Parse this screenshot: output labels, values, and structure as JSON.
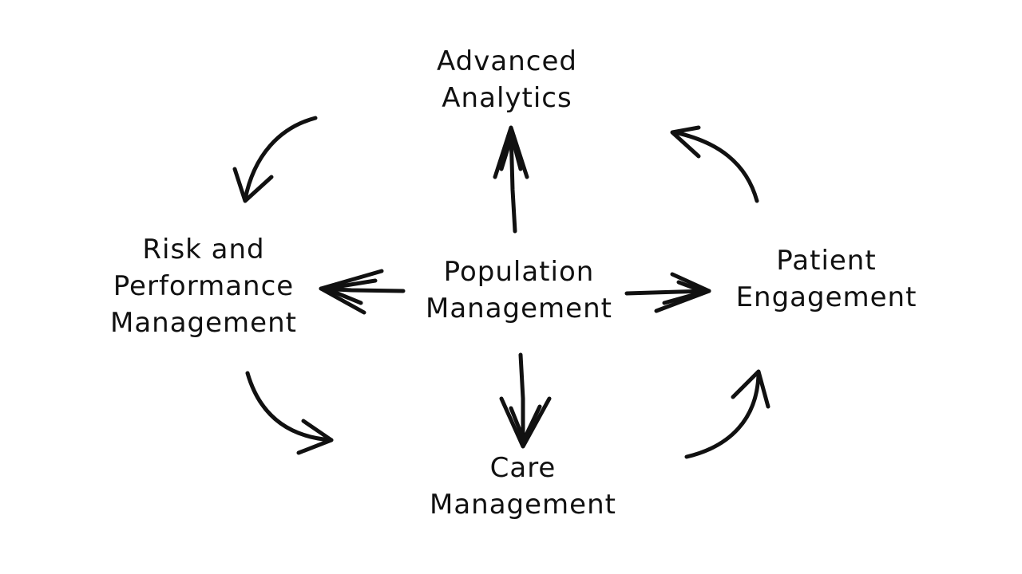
{
  "diagram": {
    "nodes": {
      "advanced_analytics": {
        "line1": "Advanced",
        "line2": "Analytics"
      },
      "risk_performance": {
        "line1": "Risk and",
        "line2": "Performance",
        "line3": "Management"
      },
      "population_management": {
        "line1": "Population",
        "line2": "Management"
      },
      "patient_engagement": {
        "line1": "Patient",
        "line2": "Engagement"
      },
      "care_management": {
        "line1": "Care",
        "line2": "Management"
      }
    },
    "edges": [
      {
        "from": "population_management",
        "to": "advanced_analytics"
      },
      {
        "from": "population_management",
        "to": "risk_performance"
      },
      {
        "from": "population_management",
        "to": "patient_engagement"
      },
      {
        "from": "population_management",
        "to": "care_management"
      },
      {
        "from": "advanced_analytics",
        "to": "risk_performance"
      },
      {
        "from": "risk_performance",
        "to": "care_management"
      },
      {
        "from": "care_management",
        "to": "patient_engagement"
      },
      {
        "from": "patient_engagement",
        "to": "advanced_analytics"
      }
    ],
    "colors": {
      "ink": "#111111",
      "background": "#ffffff"
    }
  }
}
